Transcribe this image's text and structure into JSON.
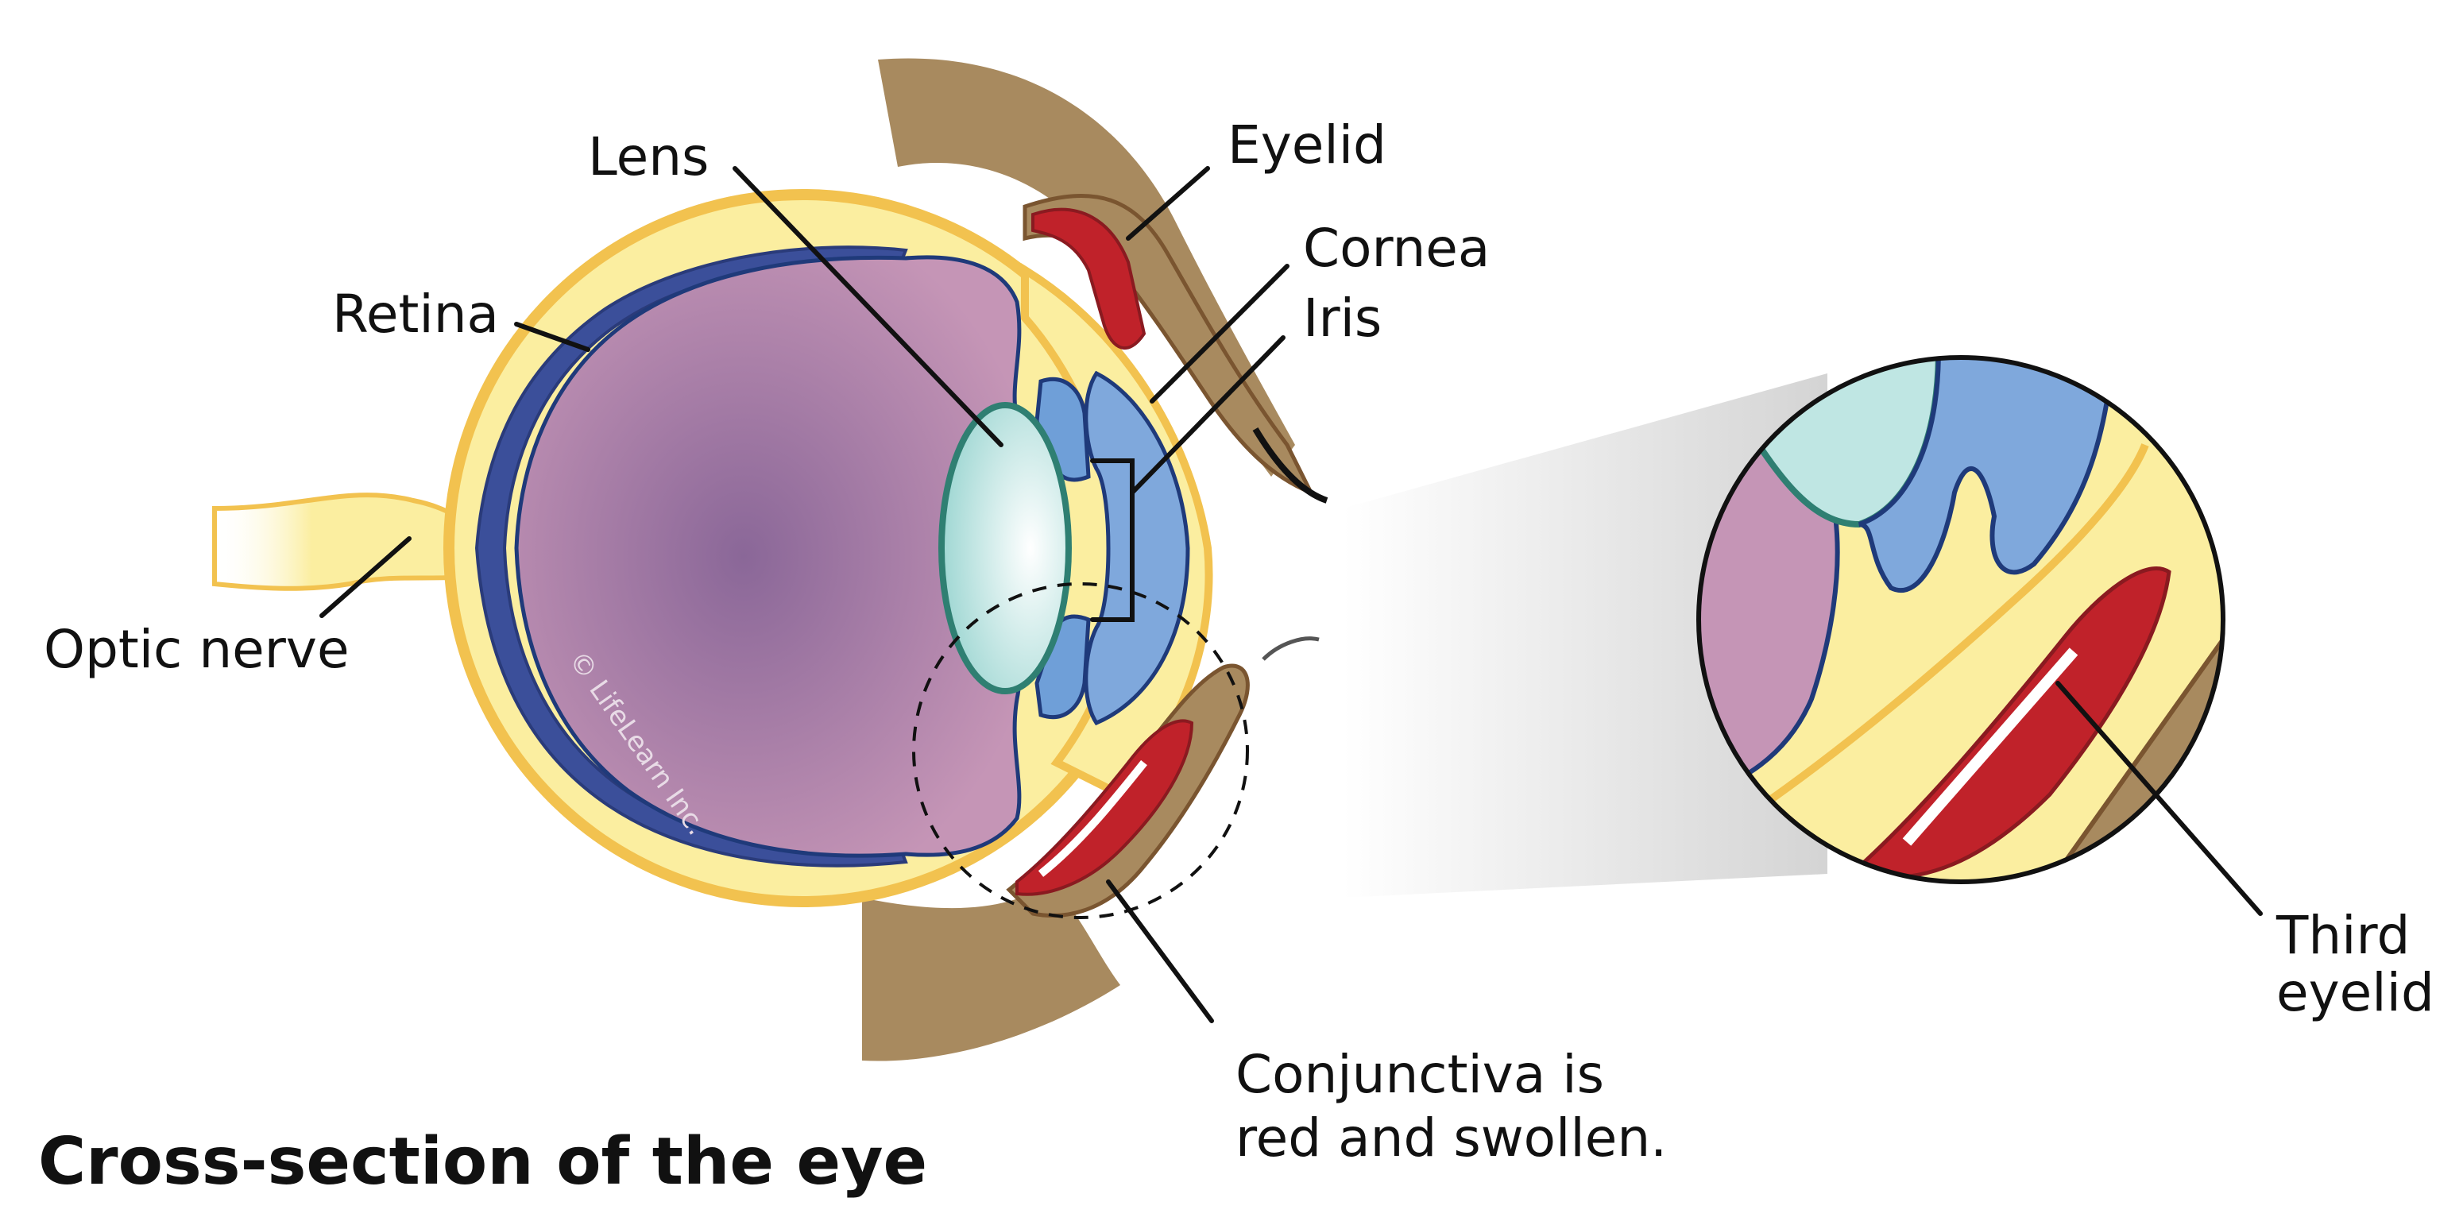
{
  "title": "Cross-section of the eye",
  "labels": {
    "lens": "Lens",
    "eyelid": "Eyelid",
    "cornea": "Cornea",
    "iris": "Iris",
    "retina": "Retina",
    "optic_nerve": "Optic nerve",
    "conjunctiva_line1": "Conjunctiva is",
    "conjunctiva_line2": "red and swollen.",
    "third_eyelid_line1": "Third",
    "third_eyelid_line2": "eyelid"
  },
  "watermark": "© LifeLearn Inc.",
  "colors": {
    "sclera": "#fbeea0",
    "sclera_edge": "#f2c24f",
    "vitreous_center": "#8a6798",
    "vitreous_edge": "#c595b6",
    "retina_layer": "#3b4f9a",
    "lens": "#bfe6e3",
    "lens_edge": "#2f7f72",
    "iris": "#6f9fd8",
    "lid": "#a88a5f",
    "lid_edge": "#7a5530",
    "conjunctiva": "#c0222a",
    "text": "#111111"
  }
}
